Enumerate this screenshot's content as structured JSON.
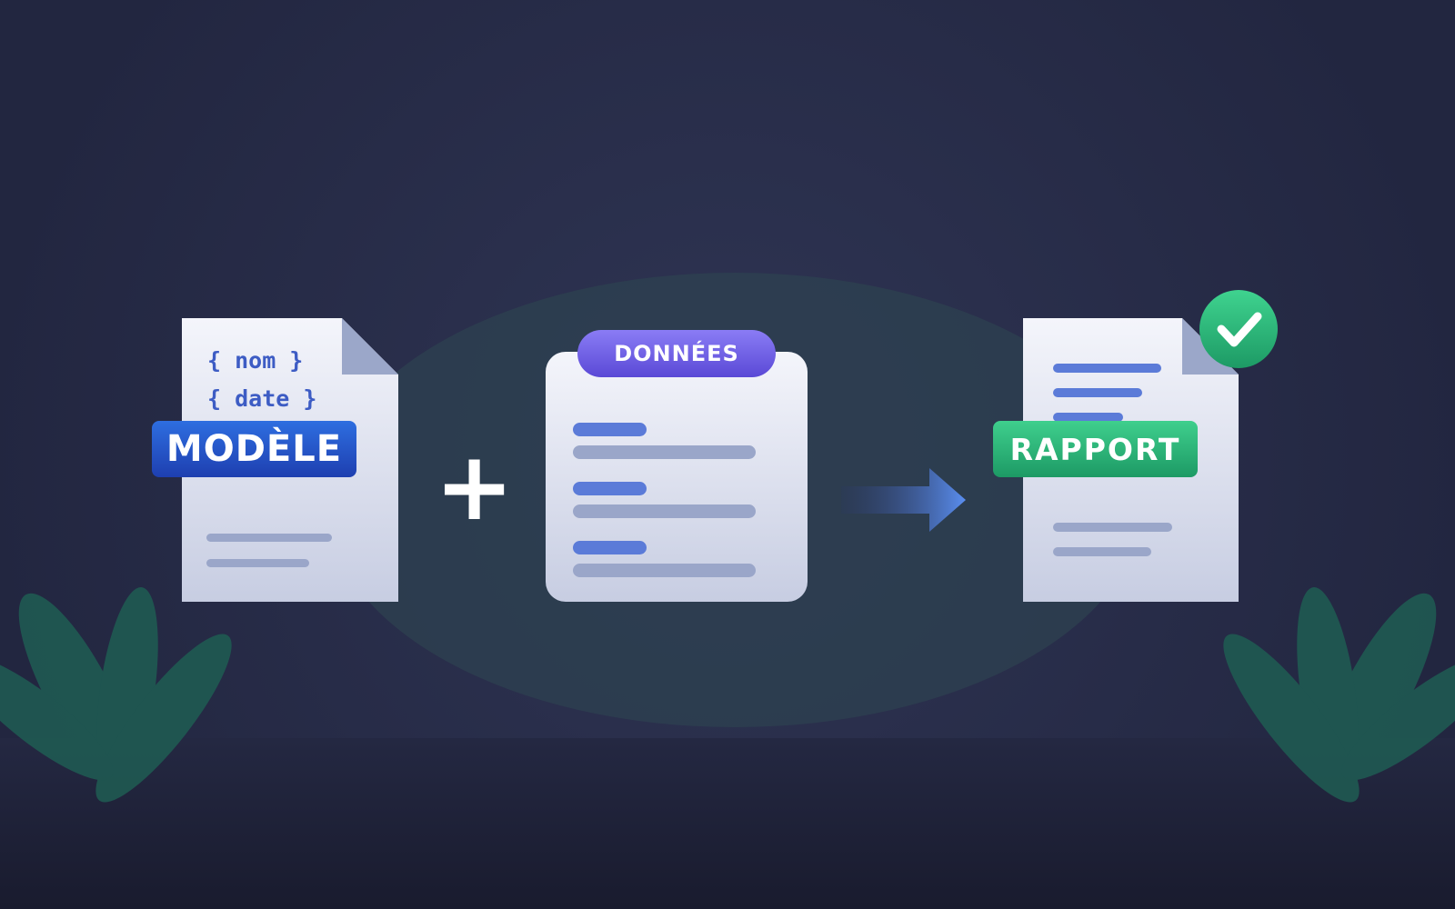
{
  "template": {
    "badge": "MODÈLE",
    "placeholders": [
      "{ nom }",
      "{ date }"
    ]
  },
  "data_card": {
    "badge": "DONNÉES"
  },
  "operator": "+",
  "output": {
    "badge": "RAPPORT"
  },
  "icons": [
    "document-icon",
    "data-card-icon",
    "arrow-right-icon",
    "checkmark-icon",
    "leaf-decoration-icon"
  ],
  "colors": {
    "background": "#242945",
    "template_badge": "#2559d0",
    "data_badge": "#6f60e8",
    "report_badge": "#27b378",
    "checkmark": "#2ec07e",
    "arrow": "#5a8ef0",
    "leaves": "#1f5a52"
  }
}
